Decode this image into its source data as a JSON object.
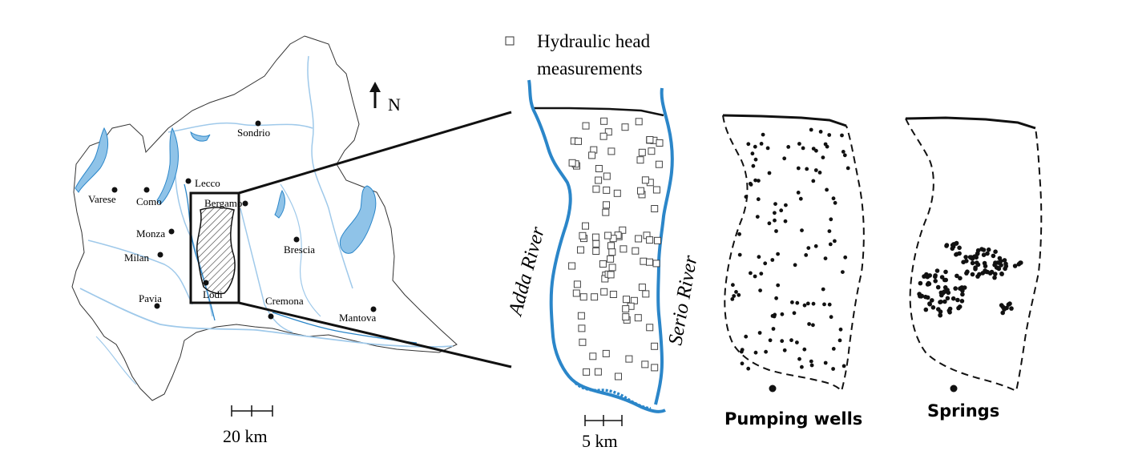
{
  "cities": [
    {
      "name": "Sondrio"
    },
    {
      "name": "Lecco"
    },
    {
      "name": "Varese"
    },
    {
      "name": "Como"
    },
    {
      "name": "Bergamo"
    },
    {
      "name": "Monza"
    },
    {
      "name": "Milan"
    },
    {
      "name": "Brescia"
    },
    {
      "name": "Pavia"
    },
    {
      "name": "Lodi"
    },
    {
      "name": "Cremona"
    },
    {
      "name": "Mantova"
    }
  ],
  "north_label": "N",
  "scale_left": "20 km",
  "scale_mid": "5 km",
  "legend": {
    "label_line1": "Hydraulic head",
    "label_line2": "measurements"
  },
  "rivers": {
    "adda": "Adda River",
    "serio": "Serio River"
  },
  "panels": {
    "wells": "Pumping wells",
    "springs": "Springs"
  },
  "colors": {
    "river": "#2b86c9",
    "lake": "#8fc3e8",
    "lightline": "#9fc9ea",
    "outline": "#111111"
  }
}
